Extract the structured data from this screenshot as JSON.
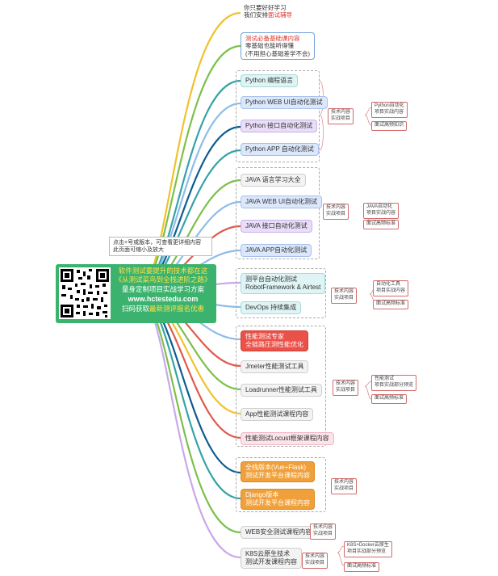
{
  "top": {
    "line1": "你只要好好学习",
    "line2_prefix": "我们安排",
    "line2_highlight": "面试辅导"
  },
  "basics": {
    "title": "测试必备基础课内容",
    "line2": "零基础也能听得懂",
    "line3": "(不用担心基础差学不会)"
  },
  "python": {
    "items": [
      "Python 编程语言",
      "Python WEB UI自动化测试",
      "Python 接口自动化测试",
      "Python APP 自动化测试"
    ],
    "sub_label": "技术内容\n实战项目",
    "sub_a": "Python自动化\n项目实战内容",
    "sub_b": "面试高频知识"
  },
  "java": {
    "items": [
      "JAVA 语言学习大全",
      "JAVA WEB UI自动化测试",
      "JAVA 接口自动化测试",
      "JAVA APP自动化测试"
    ],
    "sub_label": "技术内容\n实战项目",
    "sub_a": "JAVA自动化\n项目实战内容",
    "sub_b": "面试高频标准"
  },
  "platform": {
    "items": [
      "测平台自动化测试\nRobotFramework & Airtest",
      "DevOps 持续集成"
    ],
    "sub_label": "技术内容\n实战项目",
    "sub_a": "自动化工具\n项目实战内容",
    "sub_b": "面试高频标准"
  },
  "perf": {
    "items": [
      "性能测试专家\n全链路压测性能优化",
      "Jmeter性能测试工具",
      "Loadrunner性能测试工具",
      "App性能测试课程内容",
      "性能测试Locust框架课程内容"
    ],
    "sub_label": "技术内容\n实战项目",
    "sub_a": "性能测试\n项目实战部分预览",
    "sub_b": "面试高频标准"
  },
  "fullstack": {
    "items": [
      "全栈版本(Vue+Flask)\n测试开发平台课程内容",
      "Django版本\n测试开发平台课程内容"
    ],
    "sub_label": "技术内容\n实战项目"
  },
  "security": {
    "item": "WEB安全测试课程内容",
    "sub_label": "技术内容\n实战项目"
  },
  "k8s": {
    "item": "K8S云原生技术\n测试开发课程内容",
    "sub_label": "技术内容\n实战项目",
    "sub_a": "K8S+Docker云原生\n项目实战部分预览",
    "sub_b": "面试高频标准"
  },
  "center": {
    "tip": "点击+号或版本，可查看更详细内容\n此页面可缩小及放大",
    "line1": "软件测试要提升的技术都在这",
    "line2": "《从测试菜鸟到全栈进阶之路》",
    "line3": "量身定制项目实战学习方案",
    "url": "www.hctestedu.com",
    "line5_prefix": "扫码获取",
    "line5_highlight": "最新测评报名优惠"
  },
  "colors": {
    "yellow": "#f2c12e",
    "green": "#7cc04b",
    "teal": "#36a3a8",
    "blue": "#8fbde8",
    "navy": "#0d5c8c",
    "red": "#e05a4b",
    "purple": "#c9a8ea",
    "qrgreen": "#3bb36e"
  }
}
